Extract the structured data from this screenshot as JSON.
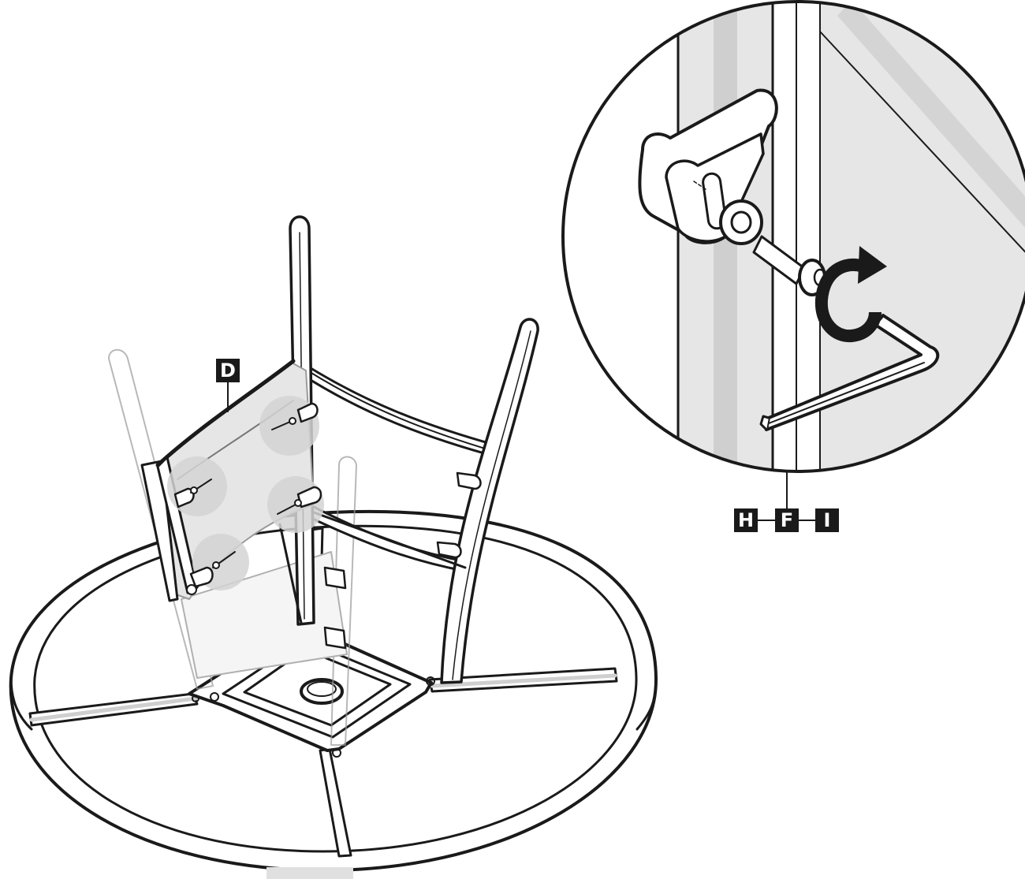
{
  "labels": {
    "panel": "D",
    "fasteners": [
      "H",
      "F",
      "I"
    ]
  },
  "colors": {
    "ink": "#1a1a1a",
    "shade": "#e6e6e6",
    "highlight": "#cfcfcf",
    "paper": "#ffffff"
  },
  "icons": {
    "rotation": "clockwise-rotation-arrow-icon",
    "tool": "hex-key-icon"
  }
}
